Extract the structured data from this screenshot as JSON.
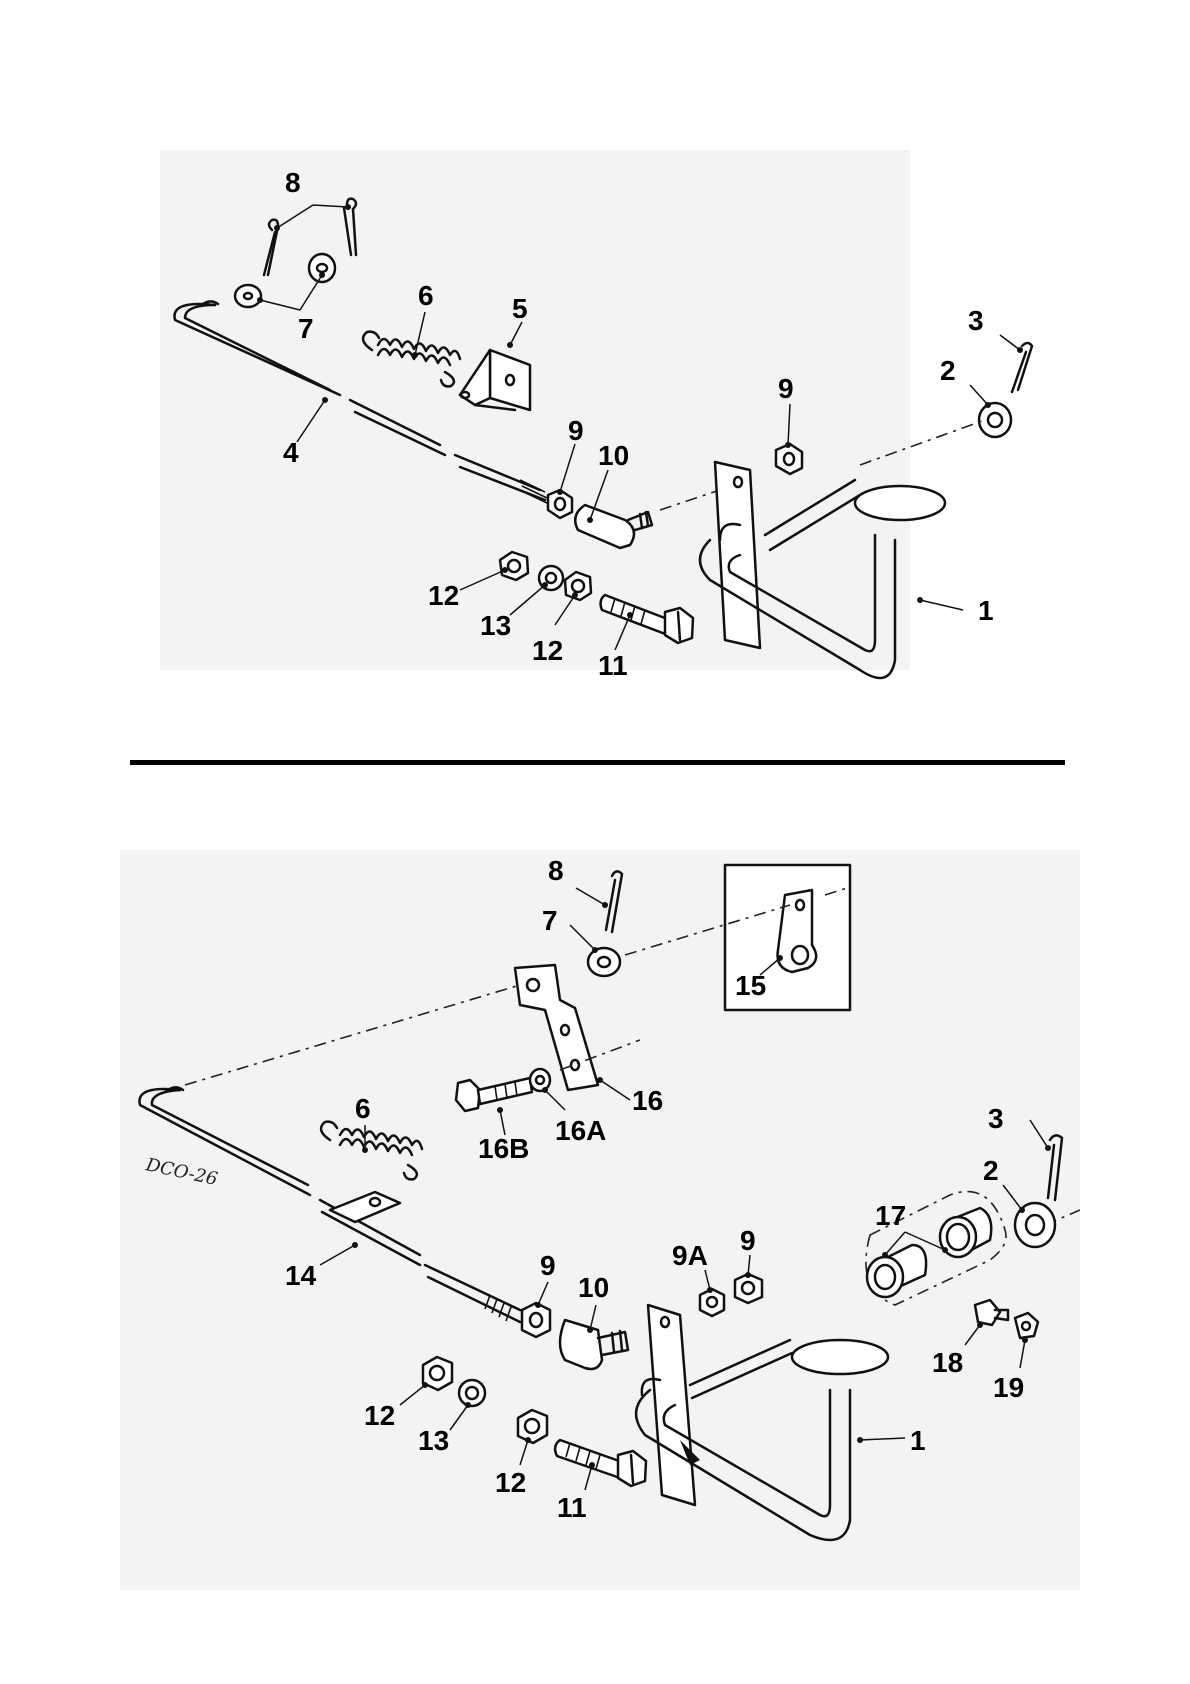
{
  "diagram_top": {
    "labels": {
      "l1": "1",
      "l2": "2",
      "l3": "3",
      "l4": "4",
      "l5": "5",
      "l6": "6",
      "l7": "7",
      "l8": "8",
      "l9a": "9",
      "l9b": "9",
      "l10": "10",
      "l11": "11",
      "l12a": "12",
      "l12b": "12",
      "l13": "13"
    }
  },
  "diagram_bottom": {
    "labels": {
      "l1": "1",
      "l2": "2",
      "l3": "3",
      "l6": "6",
      "l7": "7",
      "l8": "8",
      "l9a": "9",
      "l9b": "9",
      "l9A": "9A",
      "l10": "10",
      "l11": "11",
      "l12a": "12",
      "l12b": "12",
      "l13": "13",
      "l14": "14",
      "l15": "15",
      "l16": "16",
      "l16A": "16A",
      "l16B": "16B",
      "l17": "17",
      "l18": "18",
      "l19": "19"
    },
    "drawing_code": "DCO-26"
  }
}
